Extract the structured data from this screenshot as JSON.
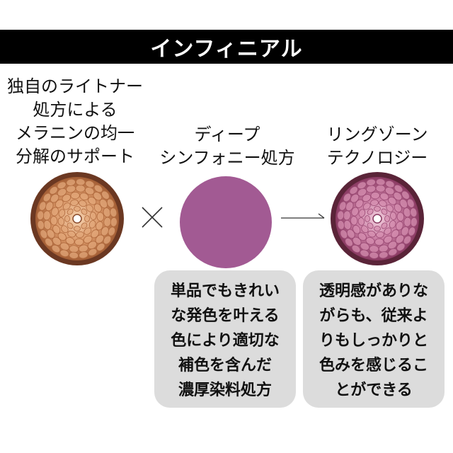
{
  "title": "インフィニアル",
  "columns": [
    {
      "label_lines": [
        "独自のライトナー",
        "処方による",
        "メラニンの均一",
        "分解のサポート"
      ],
      "disc_icon": "melanin-cells-disc-icon",
      "colors": {
        "outer": "#6b3822",
        "inner": "#c8865a",
        "cell": "#e2a77a",
        "center": "#ffffff"
      }
    },
    {
      "label_lines": [
        "ディープ",
        "シンフォニー処方"
      ],
      "disc_icon": "purple-complement-disc-icon",
      "colors": {
        "fill": "#a25a93"
      }
    },
    {
      "label_lines": [
        "リングゾーン",
        "テクノロジー"
      ],
      "disc_icon": "ring-zone-disc-icon",
      "colors": {
        "outer": "#5a2438",
        "inner": "#b55f8a",
        "cell": "#d58fb0",
        "center": "#ffffff"
      }
    }
  ],
  "operators": [
    {
      "icon": "times-icon",
      "symbol": "×"
    },
    {
      "icon": "arrow-right-icon",
      "symbol": "→"
    }
  ],
  "bubbles": [
    {
      "lines": [
        "単品でもきれい",
        "な発色を叶える",
        "色により適切な",
        "補色を含んだ",
        "濃厚染料処方"
      ]
    },
    {
      "lines": [
        "透明感がありな",
        "がらも、従来よ",
        "りもしっかりと",
        "色みを感じるこ",
        "とができる"
      ]
    }
  ],
  "colors": {
    "title_bg": "#000000",
    "title_text": "#ffffff",
    "bubble_bg": "#dcdcdc"
  }
}
